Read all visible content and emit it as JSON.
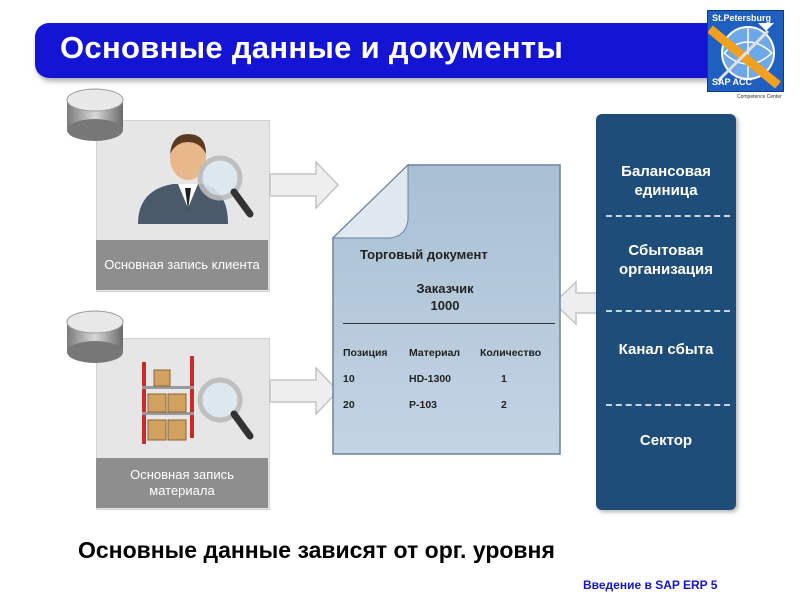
{
  "title": "Основные данные и документы",
  "logo": {
    "top_text": "St.Petersburg",
    "bottom_text": "SAP  ACC",
    "sub_text": "Competence Center"
  },
  "customer_master": {
    "label": "Основная запись клиента"
  },
  "material_master": {
    "label": "Основная запись материала"
  },
  "document": {
    "title": "Торговый документ",
    "customer_label": "Заказчик",
    "customer_number": "1000",
    "columns": [
      "Позиция",
      "Материал",
      "Количество"
    ],
    "rows": [
      {
        "position": "10",
        "material": "HD-1300",
        "quantity": "1"
      },
      {
        "position": "20",
        "material": "P-103",
        "quantity": "2"
      }
    ]
  },
  "org_levels": [
    "Балансовая единица",
    "Сбытовая организация",
    "Канал сбыта",
    "Сектор"
  ],
  "subtitle": "Основные данные зависят от орг. уровня",
  "footer": "Введение в SAP ERP  5"
}
